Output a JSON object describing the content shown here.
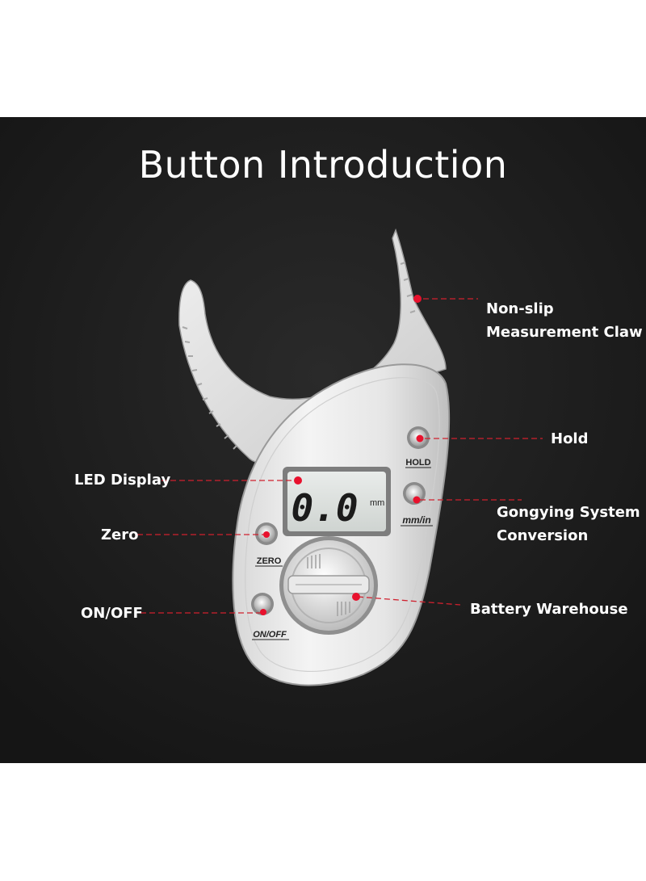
{
  "title": "Button Introduction",
  "display": {
    "value": "0.0",
    "unit": "mm"
  },
  "buttons": {
    "hold": "HOLD",
    "mm_in": "mm/in",
    "zero": "ZERO",
    "on_off": "ON/OFF"
  },
  "callouts": {
    "claw_line1": "Non-slip",
    "claw_line2": "Measurement Claw",
    "hold": "Hold",
    "led_display": "LED Display",
    "conversion_line1": "Gongying System",
    "conversion_line2": "Conversion",
    "zero": "Zero",
    "on_off": "ON/OFF",
    "battery": "Battery Warehouse"
  },
  "colors": {
    "background": "#1e1e1e",
    "marker": "#e8112d",
    "leader": "#d0202e",
    "text": "#ffffff"
  }
}
